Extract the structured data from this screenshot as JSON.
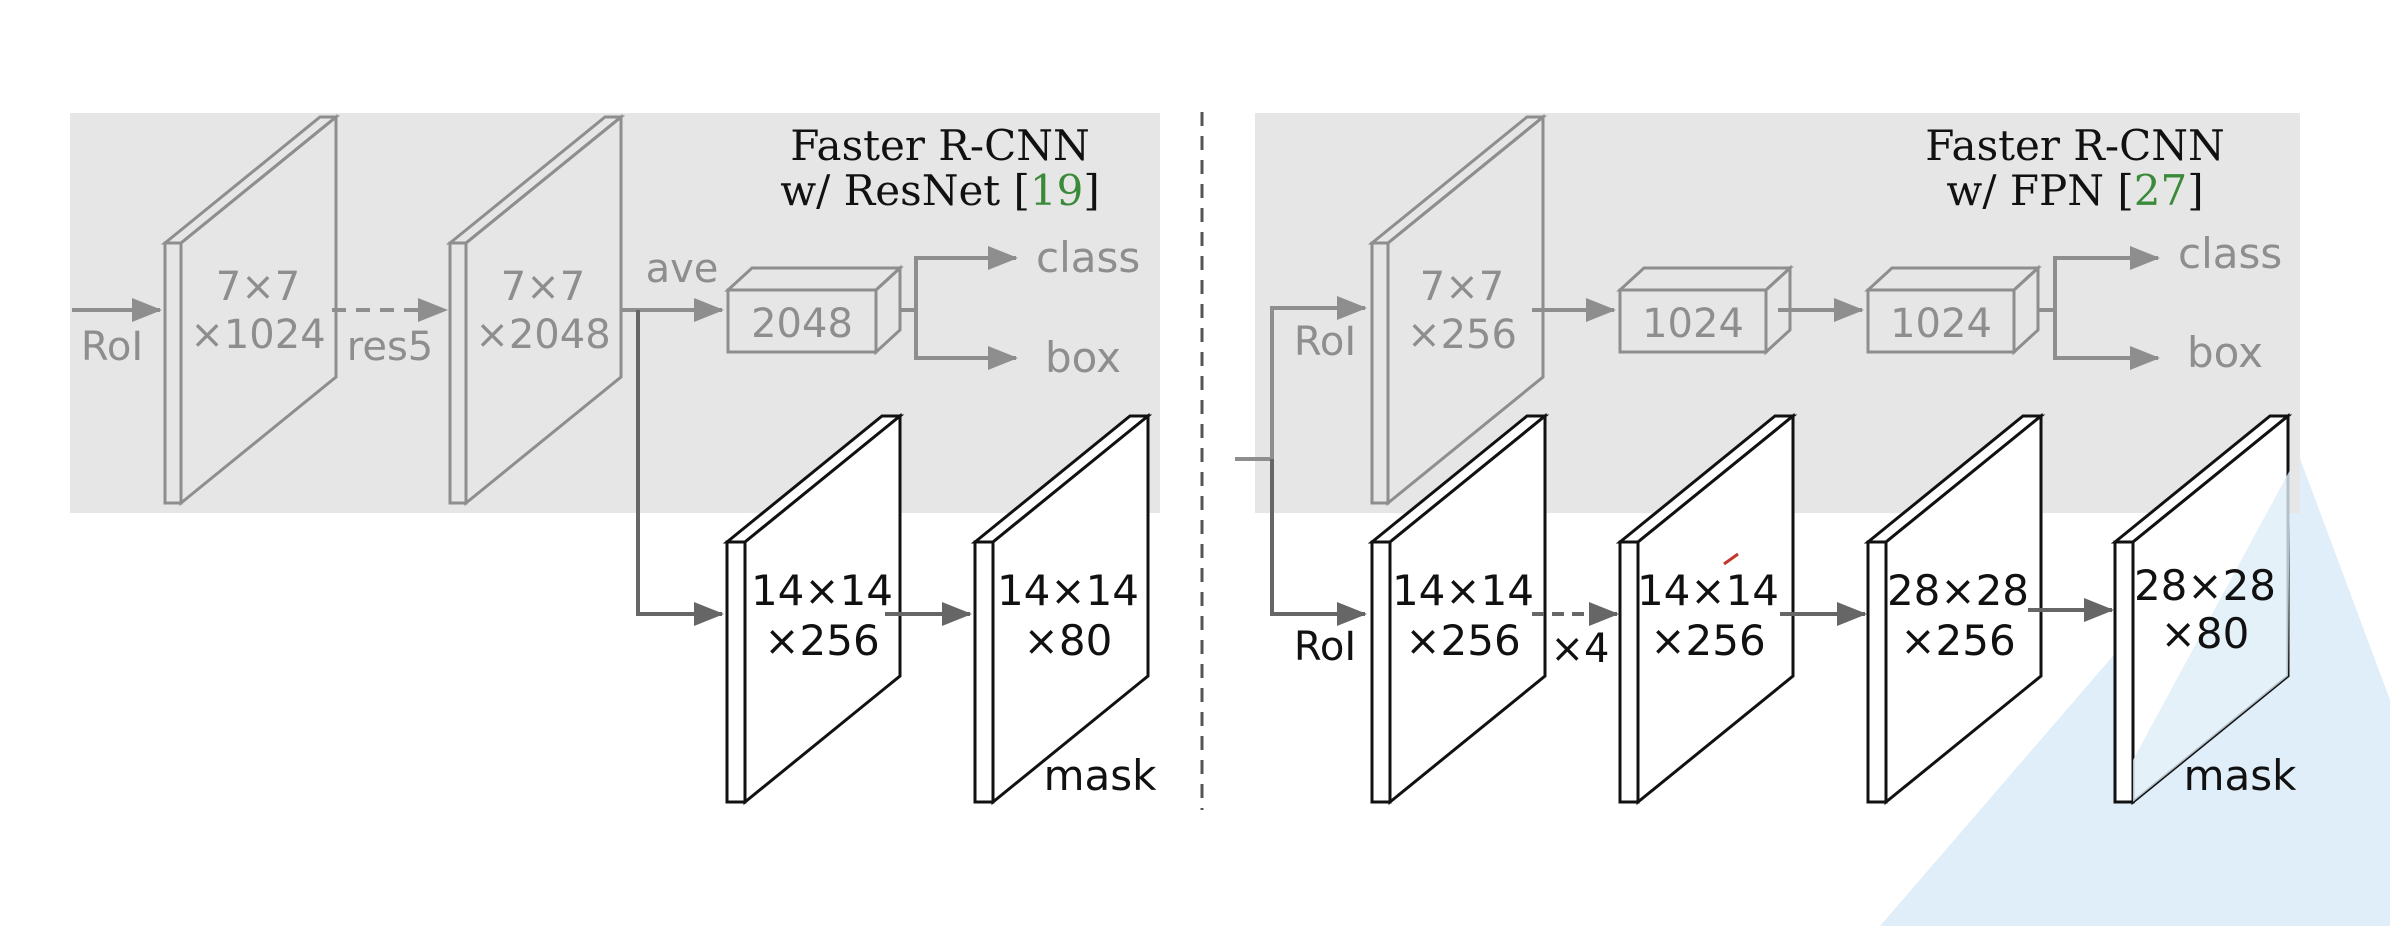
{
  "left_panel": {
    "title_line1": "Faster R-CNN",
    "title_line2_prefix": "w/ ResNet [",
    "title_line2_ref": "19",
    "title_line2_suffix": "]",
    "roi_label": "RoI",
    "feat1_line1": "7×7",
    "feat1_line2": "×1024",
    "res5_label": "res5",
    "feat2_line1": "7×7",
    "feat2_line2": "×2048",
    "ave_label": "ave",
    "fc_label": "2048",
    "class_label": "class",
    "box_label": "box",
    "mask1_line1": "14×14",
    "mask1_line2": "×256",
    "mask2_line1": "14×14",
    "mask2_line2": "×80",
    "mask_label": "mask"
  },
  "right_panel": {
    "title_line1": "Faster R-CNN",
    "title_line2_prefix": "w/ FPN [",
    "title_line2_ref": "27",
    "title_line2_suffix": "]",
    "roi_top_label": "RoI",
    "feat_line1": "7×7",
    "feat_line2": "×256",
    "fc1_label": "1024",
    "fc2_label": "1024",
    "class_label": "class",
    "box_label": "box",
    "roi_bottom_label": "RoI",
    "m1_line1": "14×14",
    "m1_line2": "×256",
    "x4_label": "×4",
    "m2_line1": "14×14",
    "m2_line2": "×256",
    "m3_line1": "28×28",
    "m3_line2": "×256",
    "m4_line1": "28×28",
    "m4_line2": "×80",
    "mask_label": "mask"
  },
  "colors": {
    "panel_bg": "#e6e6e6",
    "gray": "#8e8e8e",
    "black": "#111111",
    "ref_green": "#3a8a3a",
    "overlay_blue": "#dfeef8"
  }
}
